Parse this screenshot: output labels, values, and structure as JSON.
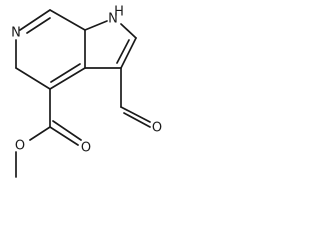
{
  "molecule": {
    "atoms": {
      "ring_n": "N",
      "nh": "H",
      "nh_n": "N",
      "aldehyde_o": "O",
      "carbonyl_o": "O",
      "ester_o": "O"
    }
  }
}
